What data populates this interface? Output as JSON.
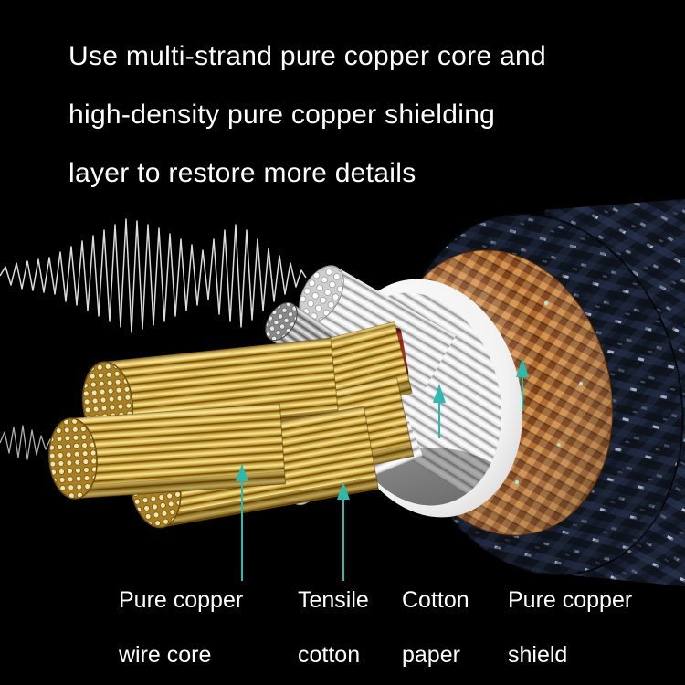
{
  "heading": {
    "lines": [
      "Use multi-strand pure copper core and",
      "high-density pure copper shielding",
      "layer to restore more details"
    ]
  },
  "callouts": [
    {
      "line1": "Pure copper",
      "line2": "wire core"
    },
    {
      "line1": "Tensile",
      "line2": "cotton"
    },
    {
      "line1": "Cotton",
      "line2": "paper"
    },
    {
      "line1": "Pure copper",
      "line2": "shield"
    }
  ],
  "colors": {
    "background": "#000000",
    "text": "#ffffff",
    "arrow": "#2fb9ae",
    "copper_braid": "#b5713a",
    "copper_wire": "#e3c268",
    "jacket": "#1a2233",
    "paper": "#f5f5f5",
    "red_wire": "#9c2014"
  }
}
